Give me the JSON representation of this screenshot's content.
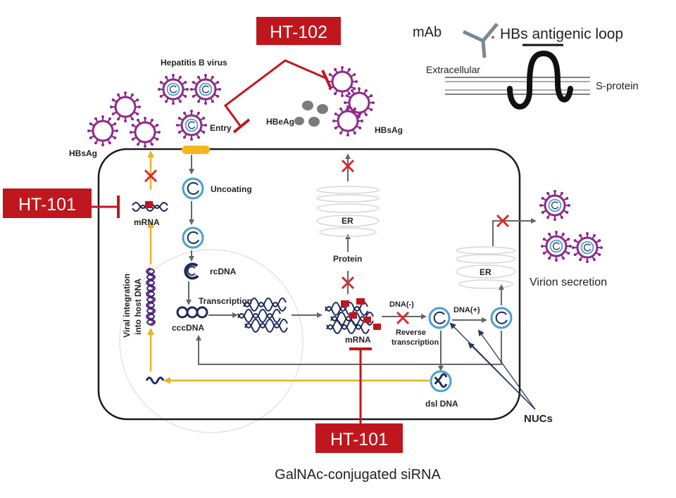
{
  "labels": {
    "ht102": "HT-102",
    "ht101_left": "HT-101",
    "ht101_bottom": "HT-101",
    "mab": "mAb",
    "hbs_loop": "HBs antigenic loop",
    "extracellular": "Extracellular",
    "s_protein": "S-protein",
    "hepatitis_b_virus": "Hepatitis B virus",
    "hbsag_left": "HBsAg",
    "entry": "Entry",
    "hbeag": "HBeAg",
    "hbsag_right": "HBsAg",
    "uncoating": "Uncoating",
    "mrna_left": "mRNA",
    "er_top": "ER",
    "protein": "Protein",
    "rcdna": "rcDNA",
    "transcription": "Transcription",
    "cccdna": "cccDNA",
    "viral_integration": "Viral integration",
    "into_host_dna": "into host DNA",
    "mrna_center": "mRNA",
    "dna_minus": "DNA(-)",
    "dna_plus": "DNA(+)",
    "reverse": "Reverse",
    "transcription2": "transcription",
    "er_right": "ER",
    "virion_secretion": "Virion secretion",
    "dsl_dna": "dsl DNA",
    "nucs": "NUCs",
    "galnac": "GalNAc-conjugated siRNA"
  },
  "colors": {
    "inhibitor_red": "#c0161d",
    "virus_purple": "#8e2a8c",
    "capsid_blue": "#4a9fd0",
    "arrow_yellow": "#e6b325",
    "arrow_gray": "#666666",
    "x_red": "#d62a2a",
    "dna_navy": "#1c2a5a"
  }
}
